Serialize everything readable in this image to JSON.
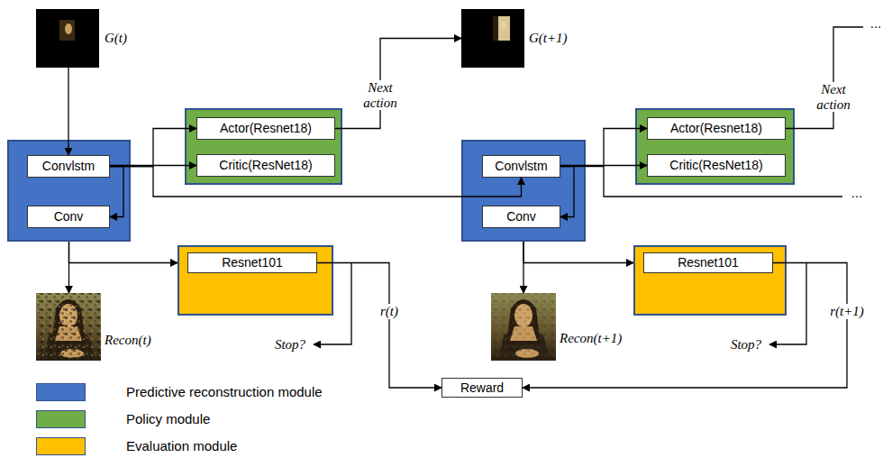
{
  "diagram": {
    "nodes": [
      {
        "text": [
          "G(t)"
        ]
      },
      {
        "text": []
      },
      {
        "text": [
          "Convlstm"
        ],
        "in": 1
      },
      {
        "text": [
          "Conv"
        ],
        "in": 1
      },
      {
        "text": []
      },
      {
        "text": [
          "Actor(Resnet18)"
        ],
        "in": 4
      },
      {
        "text": [
          "Critic(ResNet18)"
        ],
        "in": 4
      },
      {
        "text": [
          "Recon(t)"
        ]
      },
      {
        "text": []
      },
      {
        "text": [
          "Resnet101"
        ],
        "in": 8
      },
      {
        "text": [
          "G(t+1)"
        ]
      },
      {
        "text": []
      },
      {
        "text": [
          "Convlstm"
        ],
        "in": 11
      },
      {
        "text": [
          "Conv"
        ],
        "in": 11
      },
      {
        "text": []
      },
      {
        "text": [
          "Actor(Resnet18)"
        ],
        "in": 14
      },
      {
        "text": [
          "Critic(ResNet18)"
        ],
        "in": 14
      },
      {
        "text": [
          "Recon(t+1)"
        ]
      },
      {
        "text": []
      },
      {
        "text": [
          "Resnet101"
        ],
        "in": 18
      },
      {
        "text": [
          "Reward"
        ]
      }
    ],
    "edges": [
      {
        "from": 0,
        "to": 2,
        "arrow": "to"
      },
      {
        "from": 2,
        "to": 3,
        "arrow": "to"
      },
      {
        "from": 2,
        "to": 5,
        "arrow": "to"
      },
      {
        "from": 2,
        "to": 6,
        "arrow": "to"
      },
      {
        "from": 2,
        "to": 12,
        "arrow": "to"
      },
      {
        "from": 5,
        "to": 10,
        "label": "Next action",
        "arrow": "to"
      },
      {
        "from": 1,
        "to": 7,
        "arrow": "to"
      },
      {
        "from": 1,
        "to": 8,
        "arrow": "to"
      },
      {
        "from": 9,
        "to": 20,
        "label": "r(t)",
        "arrow": "to"
      },
      {
        "from": 12,
        "to": 13,
        "arrow": "to"
      },
      {
        "from": 12,
        "to": 15,
        "arrow": "to"
      },
      {
        "from": 12,
        "to": 16,
        "arrow": "to"
      },
      {
        "from": 11,
        "to": 17,
        "arrow": "to"
      },
      {
        "from": 11,
        "to": 18,
        "arrow": "to"
      },
      {
        "from": 19,
        "to": 20,
        "label": "r(t+1)",
        "arrow": "to"
      }
    ],
    "labels": [
      "Next action",
      "...",
      "...",
      "Stop?",
      "Stop?"
    ],
    "legend": [
      {
        "text": "Predictive reconstruction module",
        "color": "#4472C4"
      },
      {
        "text": "Policy module",
        "color": "#70AD47"
      },
      {
        "text": "Evaluation module",
        "color": "#FFC000"
      }
    ]
  }
}
